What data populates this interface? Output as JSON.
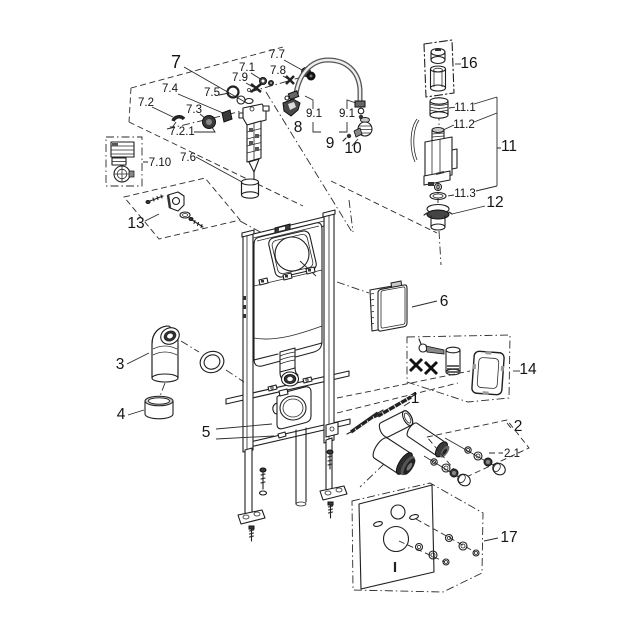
{
  "diagram": {
    "kind": "exploded-parts-diagram",
    "background_color": "#ffffff",
    "line_color": "#1f1f1f",
    "labels": [
      {
        "id": "7",
        "text": "7"
      },
      {
        "id": "7.7",
        "text": "7.7"
      },
      {
        "id": "7.1",
        "text": "7.1"
      },
      {
        "id": "7.8",
        "text": "7.8"
      },
      {
        "id": "7.9",
        "text": "7.9"
      },
      {
        "id": "7.4",
        "text": "7.4"
      },
      {
        "id": "7.5",
        "text": "7.5"
      },
      {
        "id": "7.2",
        "text": "7.2"
      },
      {
        "id": "7.3",
        "text": "7.3"
      },
      {
        "id": "7.2.1",
        "text": "7.2.1"
      },
      {
        "id": "7.10",
        "text": "7.10"
      },
      {
        "id": "7.6",
        "text": "7.6"
      },
      {
        "id": "8",
        "text": "8"
      },
      {
        "id": "9.1a",
        "text": "9.1"
      },
      {
        "id": "9.1b",
        "text": "9.1"
      },
      {
        "id": "9",
        "text": "9"
      },
      {
        "id": "10",
        "text": "10"
      },
      {
        "id": "16",
        "text": "16"
      },
      {
        "id": "11.1",
        "text": "11.1"
      },
      {
        "id": "11.2",
        "text": "11.2"
      },
      {
        "id": "11",
        "text": "11"
      },
      {
        "id": "11.3",
        "text": "11.3"
      },
      {
        "id": "12",
        "text": "12"
      },
      {
        "id": "6",
        "text": "6"
      },
      {
        "id": "14",
        "text": "14"
      },
      {
        "id": "13",
        "text": "13"
      },
      {
        "id": "3",
        "text": "3"
      },
      {
        "id": "4",
        "text": "4"
      },
      {
        "id": "5",
        "text": "5"
      },
      {
        "id": "1",
        "text": "1"
      },
      {
        "id": "2",
        "text": "2"
      },
      {
        "id": "2.1",
        "text": "2.1"
      },
      {
        "id": "17",
        "text": "17"
      }
    ]
  }
}
